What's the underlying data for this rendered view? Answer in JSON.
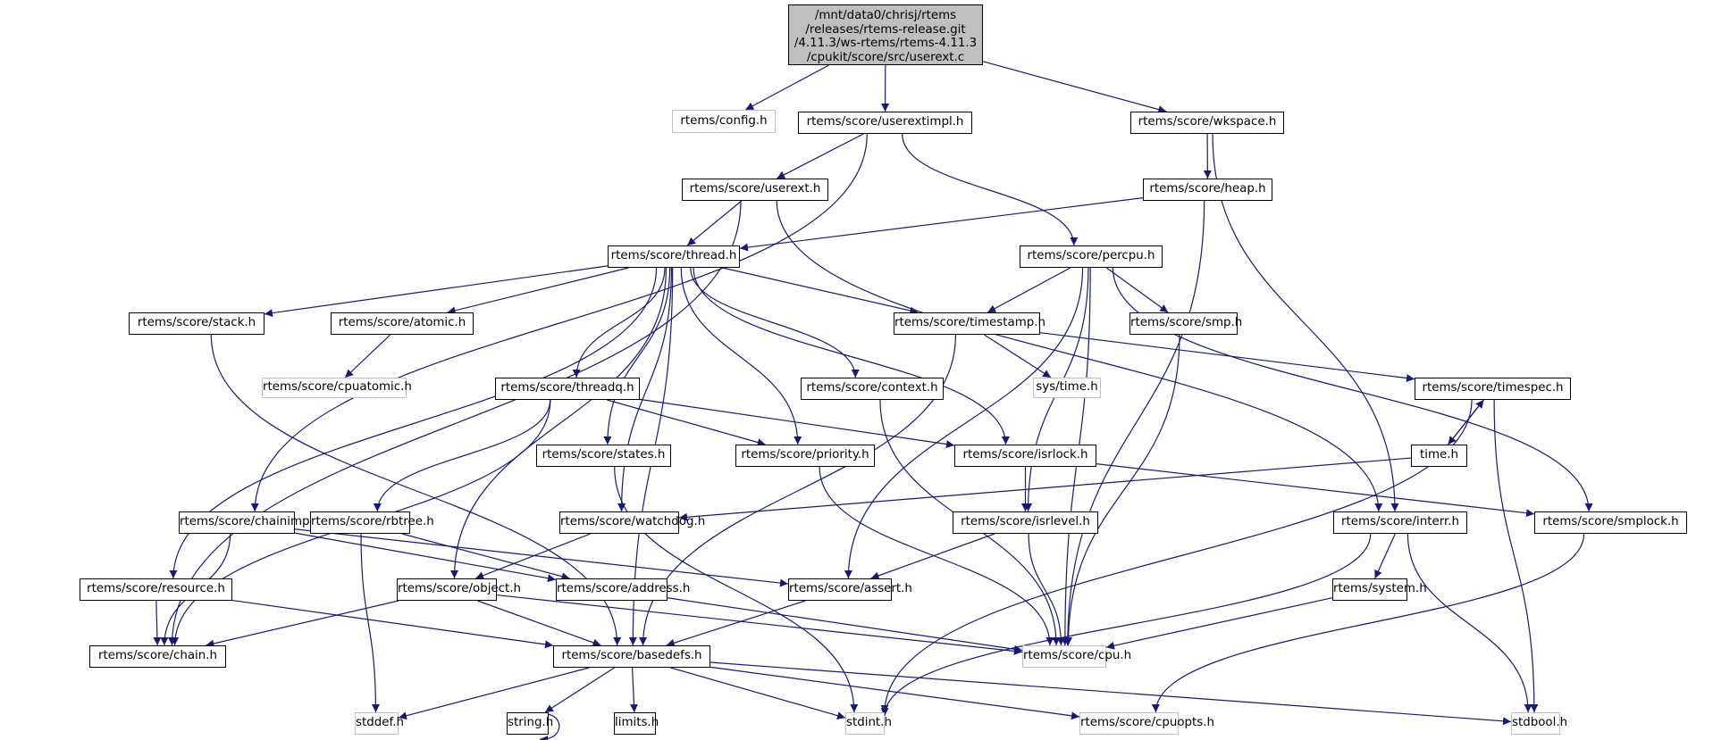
{
  "graph": {
    "title": "Include dependency graph for userext.c",
    "edge_color": "#191970",
    "root_fill": "#bfbfbf",
    "ext_border": "#bfbfbf",
    "nodes": [
      {
        "id": "root",
        "label": "/mnt/data0/chrisj/rtems\n/releases/rtems-release.git\n/4.11.3/ws-rtems/rtems-4.11.3\n/cpukit/score/src/userext.c",
        "kind": "root"
      },
      {
        "id": "config",
        "label": "rtems/config.h",
        "kind": "ext"
      },
      {
        "id": "userextimpl",
        "label": "rtems/score/userextimpl.h",
        "kind": "int"
      },
      {
        "id": "wkspace",
        "label": "rtems/score/wkspace.h",
        "kind": "int"
      },
      {
        "id": "userext",
        "label": "rtems/score/userext.h",
        "kind": "int"
      },
      {
        "id": "heap",
        "label": "rtems/score/heap.h",
        "kind": "int"
      },
      {
        "id": "thread",
        "label": "rtems/score/thread.h",
        "kind": "int"
      },
      {
        "id": "percpu",
        "label": "rtems/score/percpu.h",
        "kind": "int"
      },
      {
        "id": "stack",
        "label": "rtems/score/stack.h",
        "kind": "int"
      },
      {
        "id": "atomic",
        "label": "rtems/score/atomic.h",
        "kind": "int"
      },
      {
        "id": "timestamp",
        "label": "rtems/score/timestamp.h",
        "kind": "int"
      },
      {
        "id": "smp",
        "label": "rtems/score/smp.h",
        "kind": "int"
      },
      {
        "id": "cpuatomic",
        "label": "rtems/score/cpuatomic.h",
        "kind": "ext"
      },
      {
        "id": "threadq",
        "label": "rtems/score/threadq.h",
        "kind": "int"
      },
      {
        "id": "context",
        "label": "rtems/score/context.h",
        "kind": "int"
      },
      {
        "id": "systime",
        "label": "sys/time.h",
        "kind": "ext"
      },
      {
        "id": "timespec",
        "label": "rtems/score/timespec.h",
        "kind": "int"
      },
      {
        "id": "states",
        "label": "rtems/score/states.h",
        "kind": "int"
      },
      {
        "id": "priority",
        "label": "rtems/score/priority.h",
        "kind": "int"
      },
      {
        "id": "isrlock",
        "label": "rtems/score/isrlock.h",
        "kind": "int"
      },
      {
        "id": "time",
        "label": "time.h",
        "kind": "int"
      },
      {
        "id": "chainimpl",
        "label": "rtems/score/chainimpl.h",
        "kind": "int"
      },
      {
        "id": "rbtree",
        "label": "rtems/score/rbtree.h",
        "kind": "int"
      },
      {
        "id": "watchdog",
        "label": "rtems/score/watchdog.h",
        "kind": "int"
      },
      {
        "id": "isrlevel",
        "label": "rtems/score/isrlevel.h",
        "kind": "int"
      },
      {
        "id": "interr",
        "label": "rtems/score/interr.h",
        "kind": "int"
      },
      {
        "id": "smplock",
        "label": "rtems/score/smplock.h",
        "kind": "int"
      },
      {
        "id": "resource",
        "label": "rtems/score/resource.h",
        "kind": "int"
      },
      {
        "id": "object",
        "label": "rtems/score/object.h",
        "kind": "int"
      },
      {
        "id": "address",
        "label": "rtems/score/address.h",
        "kind": "int"
      },
      {
        "id": "assert",
        "label": "rtems/score/assert.h",
        "kind": "int"
      },
      {
        "id": "system",
        "label": "rtems/system.h",
        "kind": "int"
      },
      {
        "id": "chain",
        "label": "rtems/score/chain.h",
        "kind": "int"
      },
      {
        "id": "basedefs",
        "label": "rtems/score/basedefs.h",
        "kind": "int"
      },
      {
        "id": "cpu",
        "label": "rtems/score/cpu.h",
        "kind": "ext"
      },
      {
        "id": "stddef",
        "label": "stddef.h",
        "kind": "ext"
      },
      {
        "id": "string",
        "label": "string.h",
        "kind": "int"
      },
      {
        "id": "limits",
        "label": "limits.h",
        "kind": "int"
      },
      {
        "id": "stdint",
        "label": "stdint.h",
        "kind": "ext"
      },
      {
        "id": "cpuopts",
        "label": "rtems/score/cpuopts.h",
        "kind": "ext"
      },
      {
        "id": "stdbool",
        "label": "stdbool.h",
        "kind": "ext"
      }
    ],
    "edges": [
      [
        "root",
        "config"
      ],
      [
        "root",
        "userextimpl"
      ],
      [
        "root",
        "wkspace"
      ],
      [
        "userextimpl",
        "userext"
      ],
      [
        "userextimpl",
        "chainimpl"
      ],
      [
        "userextimpl",
        "percpu"
      ],
      [
        "wkspace",
        "heap"
      ],
      [
        "wkspace",
        "interr"
      ],
      [
        "userext",
        "thread"
      ],
      [
        "userext",
        "chain"
      ],
      [
        "userext",
        "interr"
      ],
      [
        "heap",
        "thread"
      ],
      [
        "heap",
        "cpu"
      ],
      [
        "thread",
        "stack"
      ],
      [
        "thread",
        "atomic"
      ],
      [
        "thread",
        "timestamp"
      ],
      [
        "thread",
        "threadq"
      ],
      [
        "thread",
        "context"
      ],
      [
        "thread",
        "states"
      ],
      [
        "thread",
        "priority"
      ],
      [
        "thread",
        "isrlock"
      ],
      [
        "thread",
        "watchdog"
      ],
      [
        "thread",
        "resource"
      ],
      [
        "thread",
        "object"
      ],
      [
        "thread",
        "basedefs"
      ],
      [
        "percpu",
        "timestamp"
      ],
      [
        "percpu",
        "smp"
      ],
      [
        "percpu",
        "assert"
      ],
      [
        "percpu",
        "isrlevel"
      ],
      [
        "percpu",
        "cpu"
      ],
      [
        "percpu",
        "smplock"
      ],
      [
        "stack",
        "basedefs"
      ],
      [
        "atomic",
        "cpuatomic"
      ],
      [
        "timestamp",
        "systime"
      ],
      [
        "timestamp",
        "timespec"
      ],
      [
        "timestamp",
        "basedefs"
      ],
      [
        "smp",
        "cpu"
      ],
      [
        "threadq",
        "priority"
      ],
      [
        "threadq",
        "isrlock"
      ],
      [
        "threadq",
        "rbtree"
      ],
      [
        "threadq",
        "chain"
      ],
      [
        "context",
        "cpu"
      ],
      [
        "states",
        "stdint"
      ],
      [
        "priority",
        "cpu"
      ],
      [
        "timespec",
        "time"
      ],
      [
        "timespec",
        "stdint"
      ],
      [
        "timespec",
        "stdbool"
      ],
      [
        "time",
        "timespec"
      ],
      [
        "time",
        "watchdog"
      ],
      [
        "isrlock",
        "isrlevel"
      ],
      [
        "isrlock",
        "smplock"
      ],
      [
        "chainimpl",
        "chain"
      ],
      [
        "chainimpl",
        "address"
      ],
      [
        "chainimpl",
        "assert"
      ],
      [
        "rbtree",
        "address"
      ],
      [
        "rbtree",
        "stddef"
      ],
      [
        "watchdog",
        "object"
      ],
      [
        "isrlevel",
        "assert"
      ],
      [
        "isrlevel",
        "cpu"
      ],
      [
        "interr",
        "system"
      ],
      [
        "interr",
        "stdint"
      ],
      [
        "interr",
        "stdbool"
      ],
      [
        "smplock",
        "cpuopts"
      ],
      [
        "resource",
        "chain"
      ],
      [
        "resource",
        "basedefs"
      ],
      [
        "object",
        "chain"
      ],
      [
        "object",
        "basedefs"
      ],
      [
        "object",
        "cpu"
      ],
      [
        "address",
        "cpu"
      ],
      [
        "assert",
        "basedefs"
      ],
      [
        "system",
        "cpu"
      ],
      [
        "basedefs",
        "stddef"
      ],
      [
        "basedefs",
        "string"
      ],
      [
        "basedefs",
        "limits"
      ],
      [
        "basedefs",
        "stdint"
      ],
      [
        "basedefs",
        "cpuopts"
      ],
      [
        "basedefs",
        "stdbool"
      ],
      [
        "string",
        "string"
      ]
    ]
  }
}
